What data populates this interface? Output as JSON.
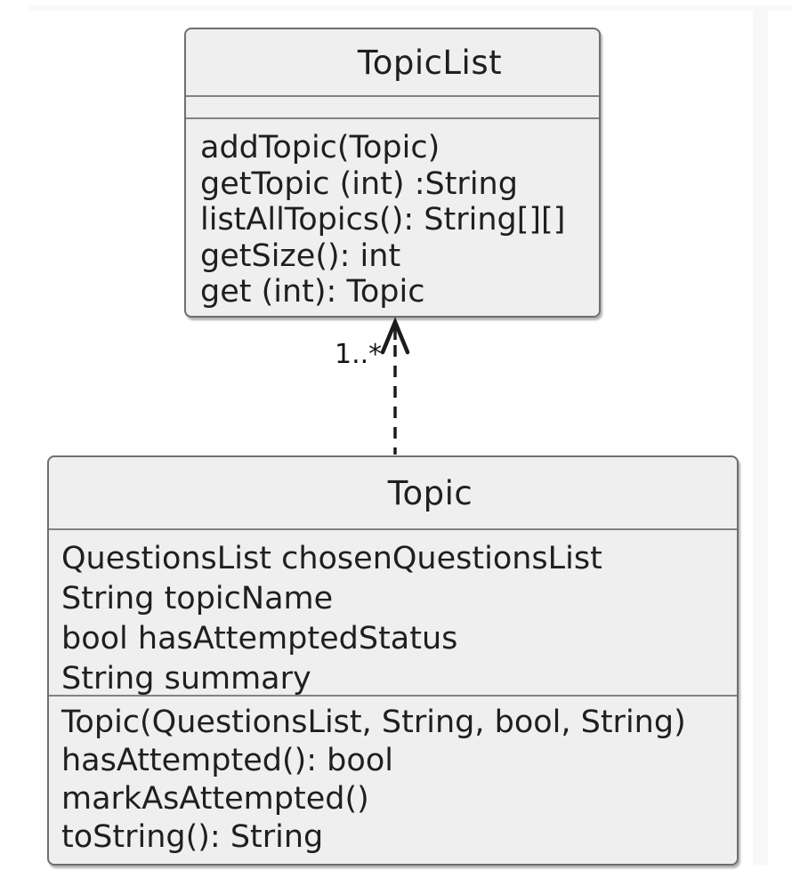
{
  "diagram": {
    "classes": [
      {
        "name": "TopicList",
        "attributes": [],
        "methods": [
          "addTopic(Topic)",
          "getTopic (int) :String",
          "listAllTopics(): String[][]",
          "getSize(): int",
          "get (int): Topic"
        ]
      },
      {
        "name": "Topic",
        "attributes": [
          "QuestionsList chosenQuestionsList",
          "String topicName",
          "bool hasAttemptedStatus",
          "String summary"
        ],
        "methods": [
          "Topic(QuestionsList, String, bool, String)",
          "hasAttempted(): bool",
          "markAsAttempted()",
          "toString(): String"
        ]
      }
    ],
    "relationship": {
      "from": "Topic",
      "to": "TopicList",
      "line_style": "dashed",
      "arrowhead": "open",
      "multiplicity": "1..*"
    },
    "colors": {
      "background": "#ffffff",
      "box_fill": "#efefef",
      "box_border": "#6f6f6f",
      "separator": "#828282",
      "text": "#1f1f1f",
      "arrow": "#1c1c1c"
    }
  }
}
